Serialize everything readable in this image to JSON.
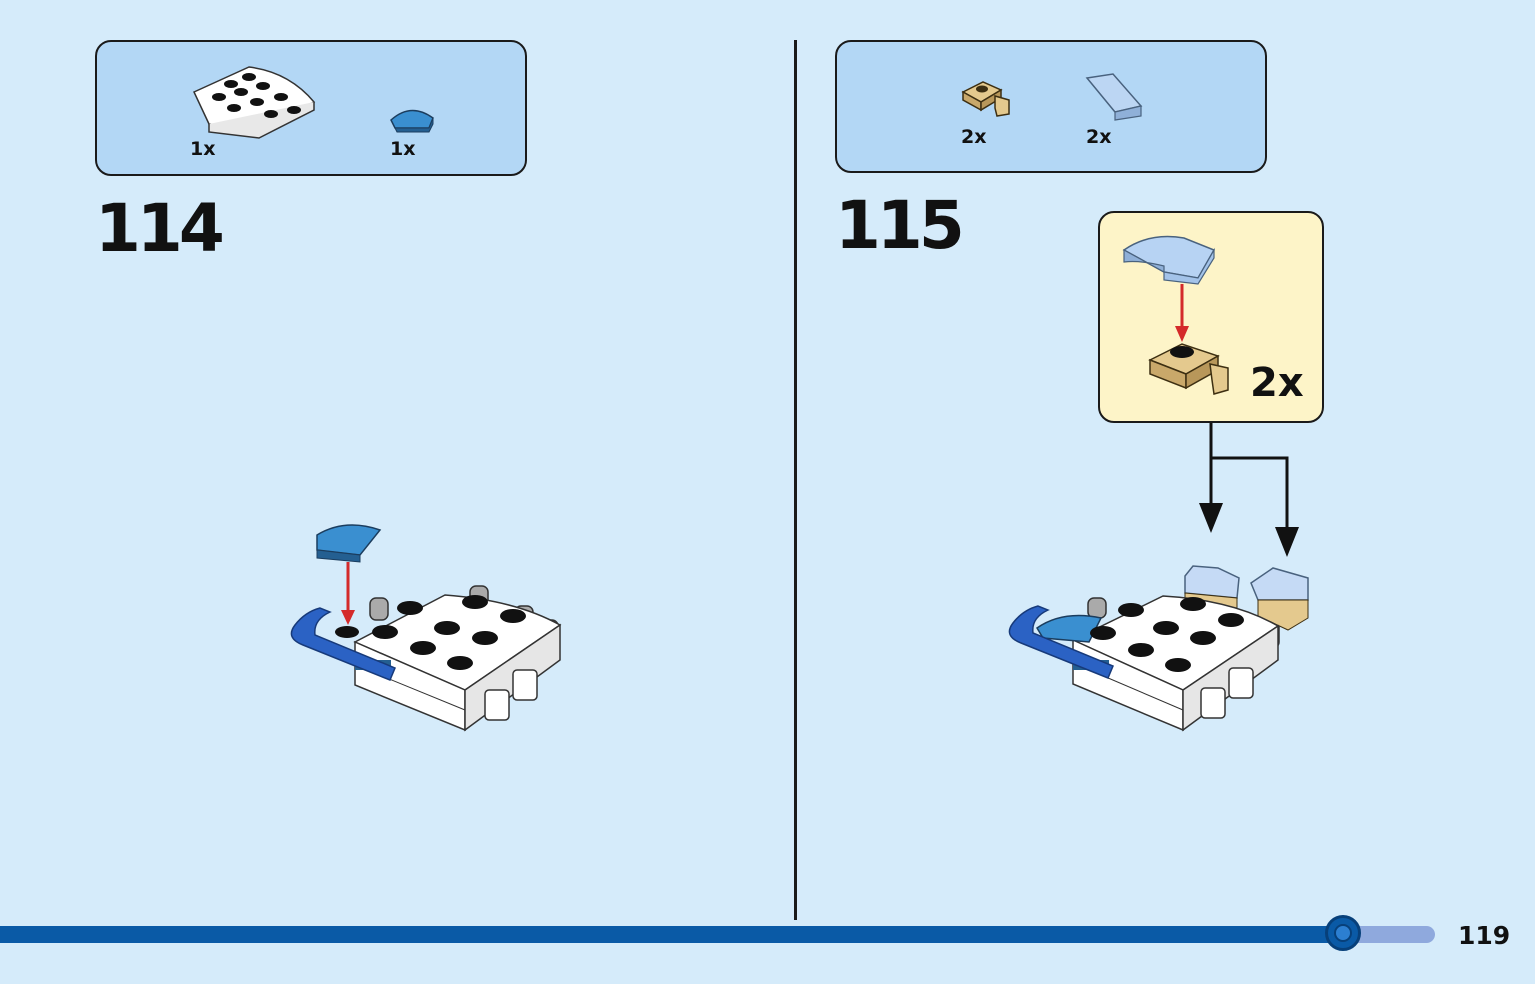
{
  "steps": [
    {
      "number": "114",
      "parts": [
        {
          "name": "white round corner plate 4x4",
          "qty": "1x",
          "color": "#ffffff"
        },
        {
          "name": "blue quarter tile",
          "qty": "1x",
          "color": "#3a8fd0"
        }
      ]
    },
    {
      "number": "115",
      "parts": [
        {
          "name": "tan plate with clip",
          "qty": "2x",
          "color": "#d9c08a"
        },
        {
          "name": "light blue slope tile",
          "qty": "2x",
          "color": "#a9c9ee"
        }
      ],
      "callout": {
        "qty": "2x"
      }
    }
  ],
  "page": {
    "number": "119",
    "progress_fraction": 0.876
  },
  "colors": {
    "background": "#d5ebfa",
    "parts_box": "#b3d7f5",
    "callout_bg": "#fdf4c8",
    "progress": "#0a5aa6",
    "progress_rest": "#8fa9dd",
    "arrow_red": "#d42a2a"
  }
}
